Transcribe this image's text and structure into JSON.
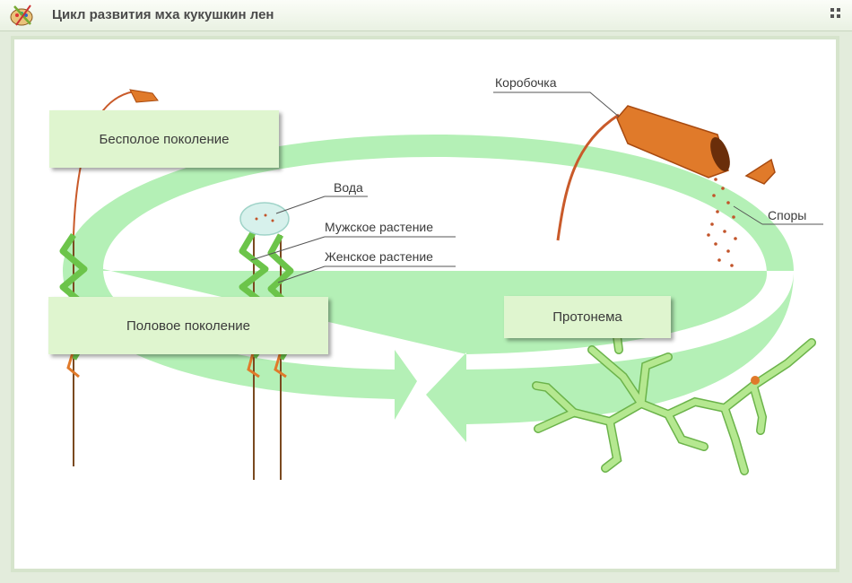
{
  "window": {
    "title": "Цикл развития мха кукушкин лен",
    "app_icon": "palette-icon",
    "menu_icon": "grid-dots-icon"
  },
  "boxes": {
    "asexual": "Бесполое поколение",
    "sexual": "Половое поколение",
    "protonema": "Протонема"
  },
  "callouts": {
    "capsule": "Коробочка",
    "water": "Вода",
    "male": "Мужское растение",
    "female": "Женское растение",
    "spores": "Споры"
  },
  "colors": {
    "cycle_arrow": "#b4f0b6",
    "moss_green": "#6cc44a",
    "capsule": "#e07a2a",
    "protonema": "#b5e890",
    "box_fill": "#dff5cf"
  }
}
